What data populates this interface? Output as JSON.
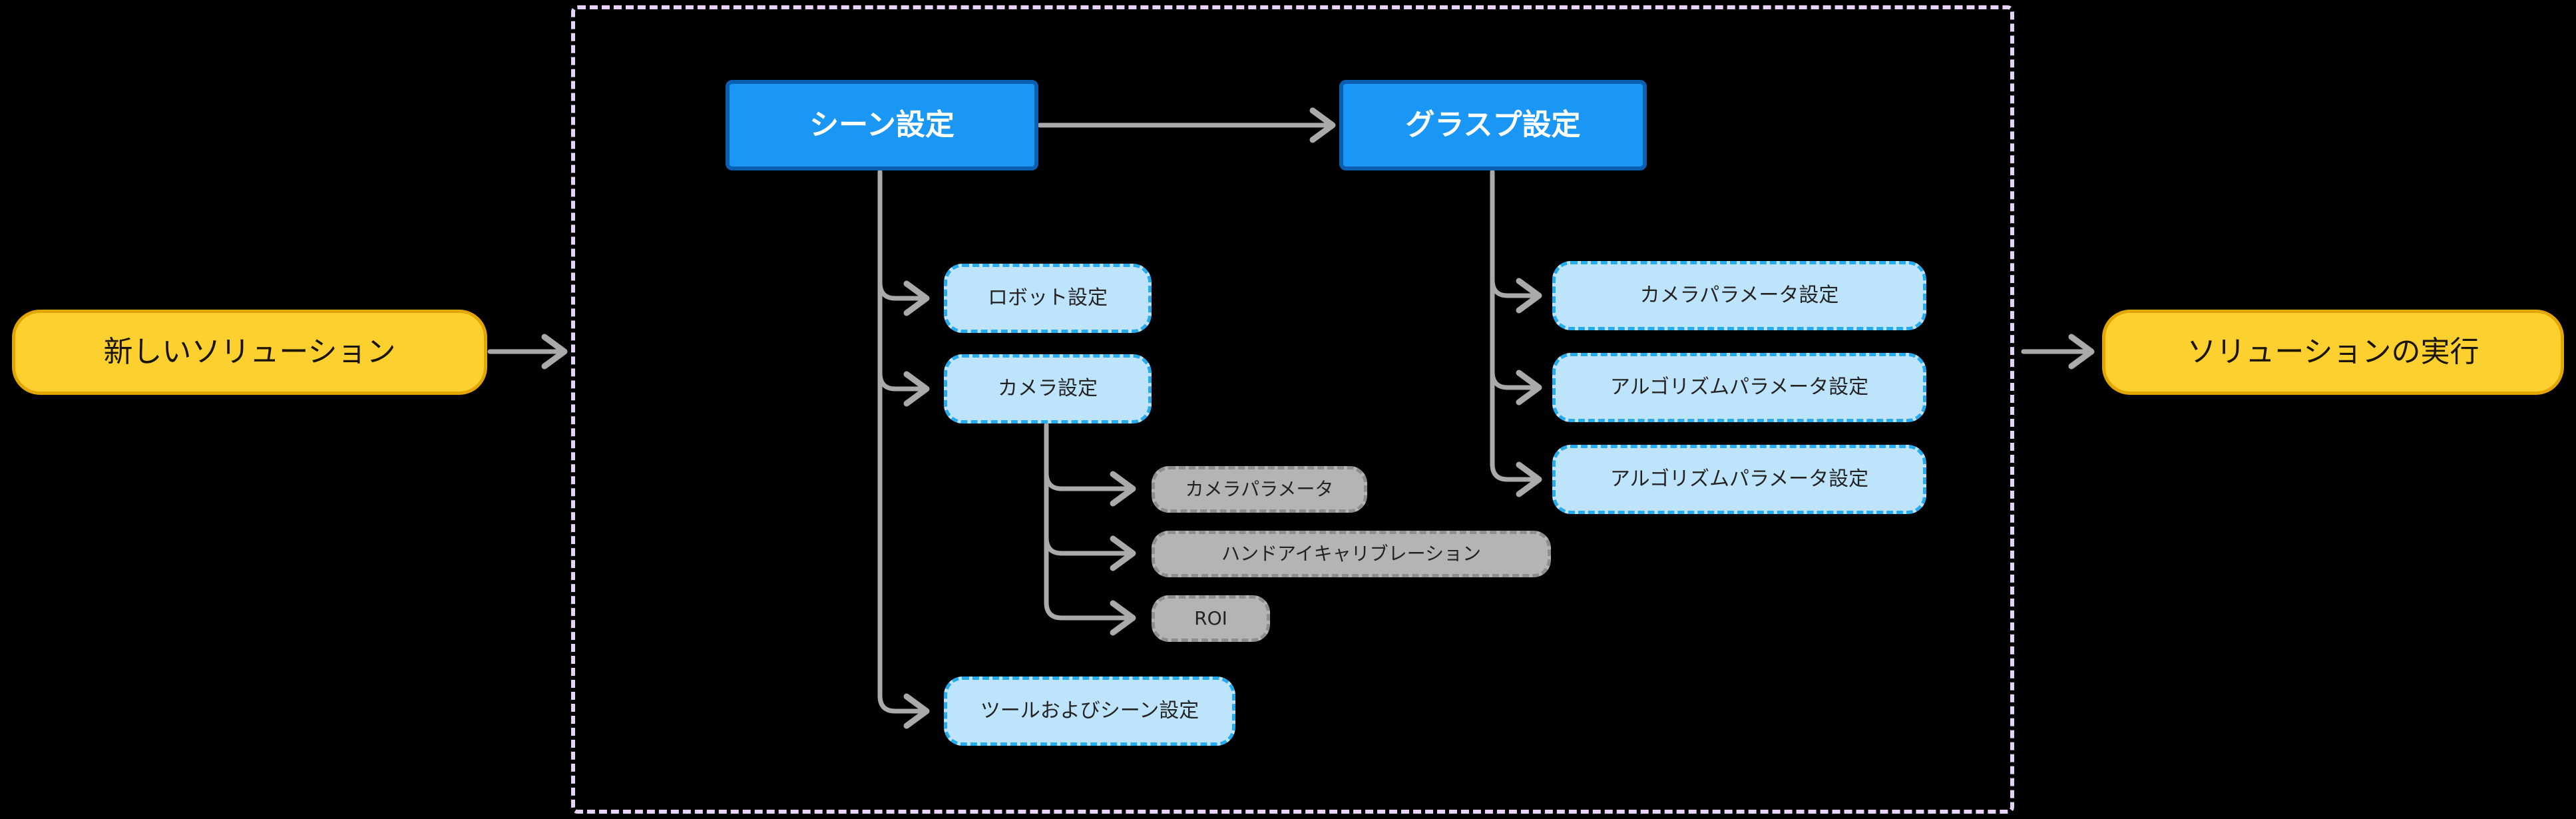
{
  "diagram": {
    "title": "",
    "background_color": "#000000",
    "container": {
      "label": "",
      "border_color": "#E5D4F7",
      "border_style": "dashed"
    },
    "colors": {
      "terminal_fill": "#FCD02E",
      "terminal_border": "#E2A600",
      "primary_fill": "#1A96F5",
      "primary_border": "#0B5FB0",
      "sub_fill": "#BEE4FC",
      "sub_border": "#27ABEF",
      "leaf_fill": "#B4B4B4",
      "leaf_border": "#8E8E8E",
      "connector": "#AAAAAA"
    },
    "nodes": {
      "new_solution": "新しいソリューション",
      "scene_settings": "シーン設定",
      "grasp_settings": "グラスプ設定",
      "robot_settings": "ロボット設定",
      "camera_settings": "カメラ設定",
      "tool_and_scene_settings": "ツールおよびシーン設定",
      "camera_parameters": "カメラパラメータ",
      "hand_eye_calibration": "ハンドアイキャリブレーション",
      "roi": "ROI",
      "camera_parameter_settings": "カメラパラメータ設定",
      "algorithm_parameter_settings_1": "アルゴリズムパラメータ設定",
      "algorithm_parameter_settings_2": "アルゴリズムパラメータ設定",
      "execute_solution": "ソリューションの実行"
    },
    "edges": [
      {
        "from": "new_solution",
        "to": "scene_settings_group"
      },
      {
        "from": "scene_settings",
        "to": "grasp_settings"
      },
      {
        "from": "scene_settings",
        "to": "robot_settings"
      },
      {
        "from": "scene_settings",
        "to": "camera_settings"
      },
      {
        "from": "scene_settings",
        "to": "tool_and_scene_settings"
      },
      {
        "from": "camera_settings",
        "to": "camera_parameters"
      },
      {
        "from": "camera_settings",
        "to": "hand_eye_calibration"
      },
      {
        "from": "camera_settings",
        "to": "roi"
      },
      {
        "from": "grasp_settings",
        "to": "camera_parameter_settings"
      },
      {
        "from": "grasp_settings",
        "to": "algorithm_parameter_settings_1"
      },
      {
        "from": "grasp_settings",
        "to": "algorithm_parameter_settings_2"
      },
      {
        "from": "grasp_settings_group",
        "to": "execute_solution"
      }
    ]
  }
}
